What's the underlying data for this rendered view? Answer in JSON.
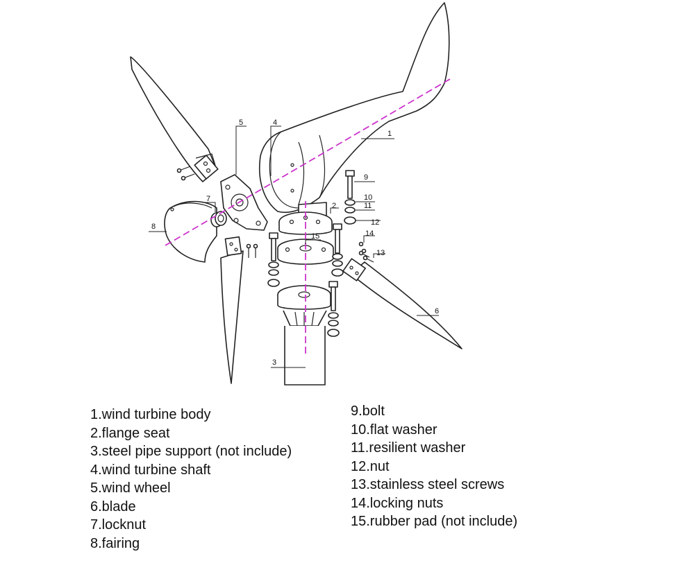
{
  "diagram": {
    "callouts": {
      "c1": "1",
      "c2": "2",
      "c3": "3",
      "c4": "4",
      "c5": "5",
      "c6": "6",
      "c7": "7",
      "c8": "8",
      "c9": "9",
      "c10": "10",
      "c11": "11",
      "c12": "12",
      "c13": "13",
      "c14": "14",
      "c15": "15"
    },
    "axis_color": "#cc33cc"
  },
  "legend": {
    "left": [
      "1.wind turbine body",
      "2.flange seat",
      "3.steel pipe support (not include)",
      "4.wind turbine shaft",
      "5.wind wheel",
      "6.blade",
      "7.locknut",
      "8.fairing"
    ],
    "right": [
      "9.bolt",
      "10.flat washer",
      "11.resilient washer",
      "12.nut",
      "13.stainless steel screws",
      "14.locking nuts",
      "15.rubber pad (not include)"
    ]
  }
}
